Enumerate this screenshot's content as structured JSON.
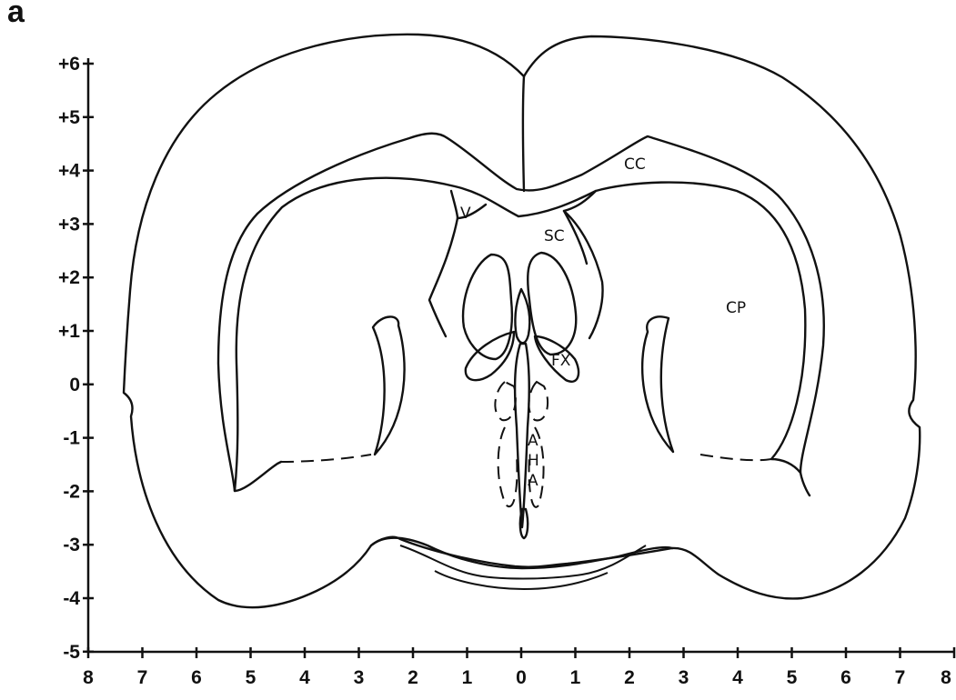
{
  "panel_label": "a",
  "y_axis": {
    "ticks": [
      "+6",
      "+5",
      "+4",
      "+3",
      "+2",
      "+1",
      "0",
      "-1",
      "-2",
      "-3",
      "-4",
      "-5"
    ]
  },
  "x_axis": {
    "ticks": [
      "8",
      "7",
      "6",
      "5",
      "4",
      "3",
      "2",
      "1",
      "0",
      "1",
      "2",
      "3",
      "4",
      "5",
      "6",
      "7",
      "8"
    ]
  },
  "labels": {
    "cc": "CC",
    "cp": "CP",
    "v": "V",
    "sc": "SC",
    "fx": "FX",
    "aha_a": "A",
    "aha_h": "H",
    "aha_a2": "A"
  }
}
